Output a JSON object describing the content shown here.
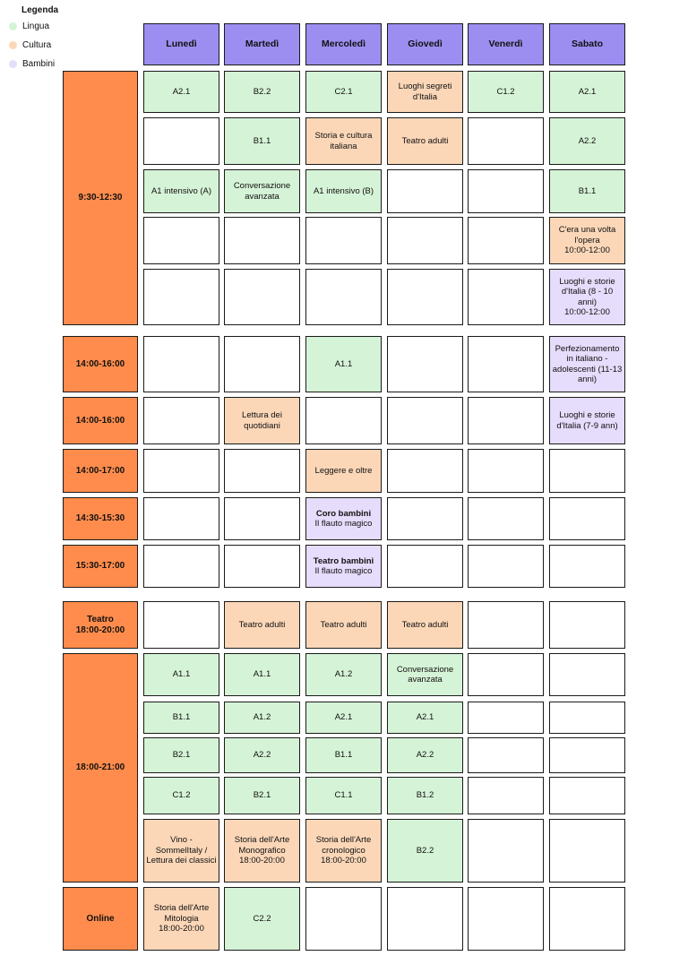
{
  "legend": {
    "title": "Legenda",
    "items": [
      {
        "label": "Lingua",
        "color": "#d5f3d6"
      },
      {
        "label": "Cultura",
        "color": "#fbd7b8"
      },
      {
        "label": "Bambini",
        "color": "#e6dcfb"
      }
    ]
  },
  "days": [
    "Lunedì",
    "Martedì",
    "Mercoledì",
    "Giovedì",
    "Venerdì",
    "Sabato"
  ],
  "colors": {
    "day_header": "#9b8ef0",
    "time_block": "#ff8c4c",
    "lingua": "#d5f3d6",
    "cultura": "#fbd7b8",
    "bambini": "#e6dcfb"
  },
  "blocks": [
    {
      "label": "9:30-12:30",
      "rows": [
        [
          {
            "text": "A2.1",
            "cat": "lingua"
          },
          {
            "text": "B2.2",
            "cat": "lingua"
          },
          {
            "text": "C2.1",
            "cat": "lingua"
          },
          {
            "text": "Luoghi segreti d'Italia",
            "cat": "cultura"
          },
          {
            "text": "C1.2",
            "cat": "lingua"
          },
          {
            "text": "A2.1",
            "cat": "lingua"
          }
        ],
        [
          {
            "text": "",
            "cat": "empty"
          },
          {
            "text": "B1.1",
            "cat": "lingua"
          },
          {
            "text": "Storia e cultura italiana",
            "cat": "cultura"
          },
          {
            "text": "Teatro adulti",
            "cat": "cultura"
          },
          {
            "text": "",
            "cat": "empty"
          },
          {
            "text": "A2.2",
            "cat": "lingua"
          }
        ],
        [
          {
            "text": "A1 intensivo (A)",
            "cat": "lingua"
          },
          {
            "text": "Conversazione avanzata",
            "cat": "lingua"
          },
          {
            "text": "A1 intensivo (B)",
            "cat": "lingua"
          },
          {
            "text": "",
            "cat": "empty"
          },
          {
            "text": "",
            "cat": "empty"
          },
          {
            "text": "B1.1",
            "cat": "lingua"
          }
        ],
        [
          {
            "text": "",
            "cat": "empty"
          },
          {
            "text": "",
            "cat": "empty"
          },
          {
            "text": "",
            "cat": "empty"
          },
          {
            "text": "",
            "cat": "empty"
          },
          {
            "text": "",
            "cat": "empty"
          },
          {
            "text": "C'era una volta l'opera\n10:00-12:00",
            "cat": "cultura"
          }
        ],
        [
          {
            "text": "",
            "cat": "empty"
          },
          {
            "text": "",
            "cat": "empty"
          },
          {
            "text": "",
            "cat": "empty"
          },
          {
            "text": "",
            "cat": "empty"
          },
          {
            "text": "",
            "cat": "empty"
          },
          {
            "text": "Luoghi e storie d'Italia (8 - 10 anni)\n10:00-12:00",
            "cat": "bambini"
          }
        ]
      ]
    },
    {
      "label": "14:00-16:00",
      "rows": [
        [
          {
            "text": "",
            "cat": "empty"
          },
          {
            "text": "",
            "cat": "empty"
          },
          {
            "text": "A1.1",
            "cat": "lingua"
          },
          {
            "text": "",
            "cat": "empty"
          },
          {
            "text": "",
            "cat": "empty"
          },
          {
            "text": "Perfezionamento in italiano - adolescenti (11-13 anni)",
            "cat": "bambini"
          }
        ]
      ]
    },
    {
      "label": "14:00-16:00",
      "rows": [
        [
          {
            "text": "",
            "cat": "empty"
          },
          {
            "text": "Lettura dei quotidiani",
            "cat": "cultura"
          },
          {
            "text": "",
            "cat": "empty"
          },
          {
            "text": "",
            "cat": "empty"
          },
          {
            "text": "",
            "cat": "empty"
          },
          {
            "text": "Luoghi e storie d'Italia (7-9 ann)",
            "cat": "bambini"
          }
        ]
      ]
    },
    {
      "label": "14:00-17:00",
      "rows": [
        [
          {
            "text": "",
            "cat": "empty"
          },
          {
            "text": "",
            "cat": "empty"
          },
          {
            "text": "Leggere e oltre",
            "cat": "cultura"
          },
          {
            "text": "",
            "cat": "empty"
          },
          {
            "text": "",
            "cat": "empty"
          },
          {
            "text": "",
            "cat": "empty"
          }
        ]
      ]
    },
    {
      "label": "14:30-15:30",
      "rows": [
        [
          {
            "text": "",
            "cat": "empty"
          },
          {
            "text": "",
            "cat": "empty"
          },
          {
            "text": "Coro bambini",
            "sub": "Il flauto magico",
            "cat": "bambini"
          },
          {
            "text": "",
            "cat": "empty"
          },
          {
            "text": "",
            "cat": "empty"
          },
          {
            "text": "",
            "cat": "empty"
          }
        ]
      ]
    },
    {
      "label": "15:30-17:00",
      "rows": [
        [
          {
            "text": "",
            "cat": "empty"
          },
          {
            "text": "",
            "cat": "empty"
          },
          {
            "text": "Teatro bambini",
            "sub": "Il flauto magico",
            "cat": "bambini"
          },
          {
            "text": "",
            "cat": "empty"
          },
          {
            "text": "",
            "cat": "empty"
          },
          {
            "text": "",
            "cat": "empty"
          }
        ]
      ]
    },
    {
      "label": "Teatro\n18:00-20:00",
      "rows": [
        [
          {
            "text": "",
            "cat": "empty"
          },
          {
            "text": "Teatro adulti",
            "cat": "cultura"
          },
          {
            "text": "Teatro adulti",
            "cat": "cultura"
          },
          {
            "text": "Teatro adulti",
            "cat": "cultura"
          },
          {
            "text": "",
            "cat": "empty"
          },
          {
            "text": "",
            "cat": "empty"
          }
        ]
      ]
    },
    {
      "label": "18:00-21:00",
      "rows": [
        [
          {
            "text": "A1.1",
            "cat": "lingua"
          },
          {
            "text": "A1.1",
            "cat": "lingua"
          },
          {
            "text": "A1.2",
            "cat": "lingua"
          },
          {
            "text": "Conversazione avanzata",
            "cat": "lingua"
          },
          {
            "text": "",
            "cat": "empty"
          },
          {
            "text": "",
            "cat": "empty"
          }
        ],
        [
          {
            "text": "B1.1",
            "cat": "lingua"
          },
          {
            "text": "A1.2",
            "cat": "lingua"
          },
          {
            "text": "A2.1",
            "cat": "lingua"
          },
          {
            "text": "A2.1",
            "cat": "lingua"
          },
          {
            "text": "",
            "cat": "empty"
          },
          {
            "text": "",
            "cat": "empty"
          }
        ],
        [
          {
            "text": "B2.1",
            "cat": "lingua"
          },
          {
            "text": "A2.2",
            "cat": "lingua"
          },
          {
            "text": "B1.1",
            "cat": "lingua"
          },
          {
            "text": "A2.2",
            "cat": "lingua"
          },
          {
            "text": "",
            "cat": "empty"
          },
          {
            "text": "",
            "cat": "empty"
          }
        ],
        [
          {
            "text": "C1.2",
            "cat": "lingua"
          },
          {
            "text": "B2.1",
            "cat": "lingua"
          },
          {
            "text": "C1.1",
            "cat": "lingua"
          },
          {
            "text": "B1.2",
            "cat": "lingua"
          },
          {
            "text": "",
            "cat": "empty"
          },
          {
            "text": "",
            "cat": "empty"
          }
        ],
        [
          {
            "text": "Vino - SommelItaly / Lettura dei classici",
            "cat": "cultura"
          },
          {
            "text": "Storia dell'Arte Monografico\n18:00-20:00",
            "cat": "cultura"
          },
          {
            "text": "Storia dell'Arte cronologico\n18:00-20:00",
            "cat": "cultura"
          },
          {
            "text": "B2.2",
            "cat": "lingua"
          },
          {
            "text": "",
            "cat": "empty"
          },
          {
            "text": "",
            "cat": "empty"
          }
        ]
      ]
    },
    {
      "label": "Online",
      "rows": [
        [
          {
            "text": "Storia dell'Arte Mitologia\n18:00-20:00",
            "cat": "cultura"
          },
          {
            "text": "C2.2",
            "cat": "lingua"
          },
          {
            "text": "",
            "cat": "empty"
          },
          {
            "text": "",
            "cat": "empty"
          },
          {
            "text": "",
            "cat": "empty"
          },
          {
            "text": "",
            "cat": "empty"
          }
        ]
      ]
    }
  ]
}
